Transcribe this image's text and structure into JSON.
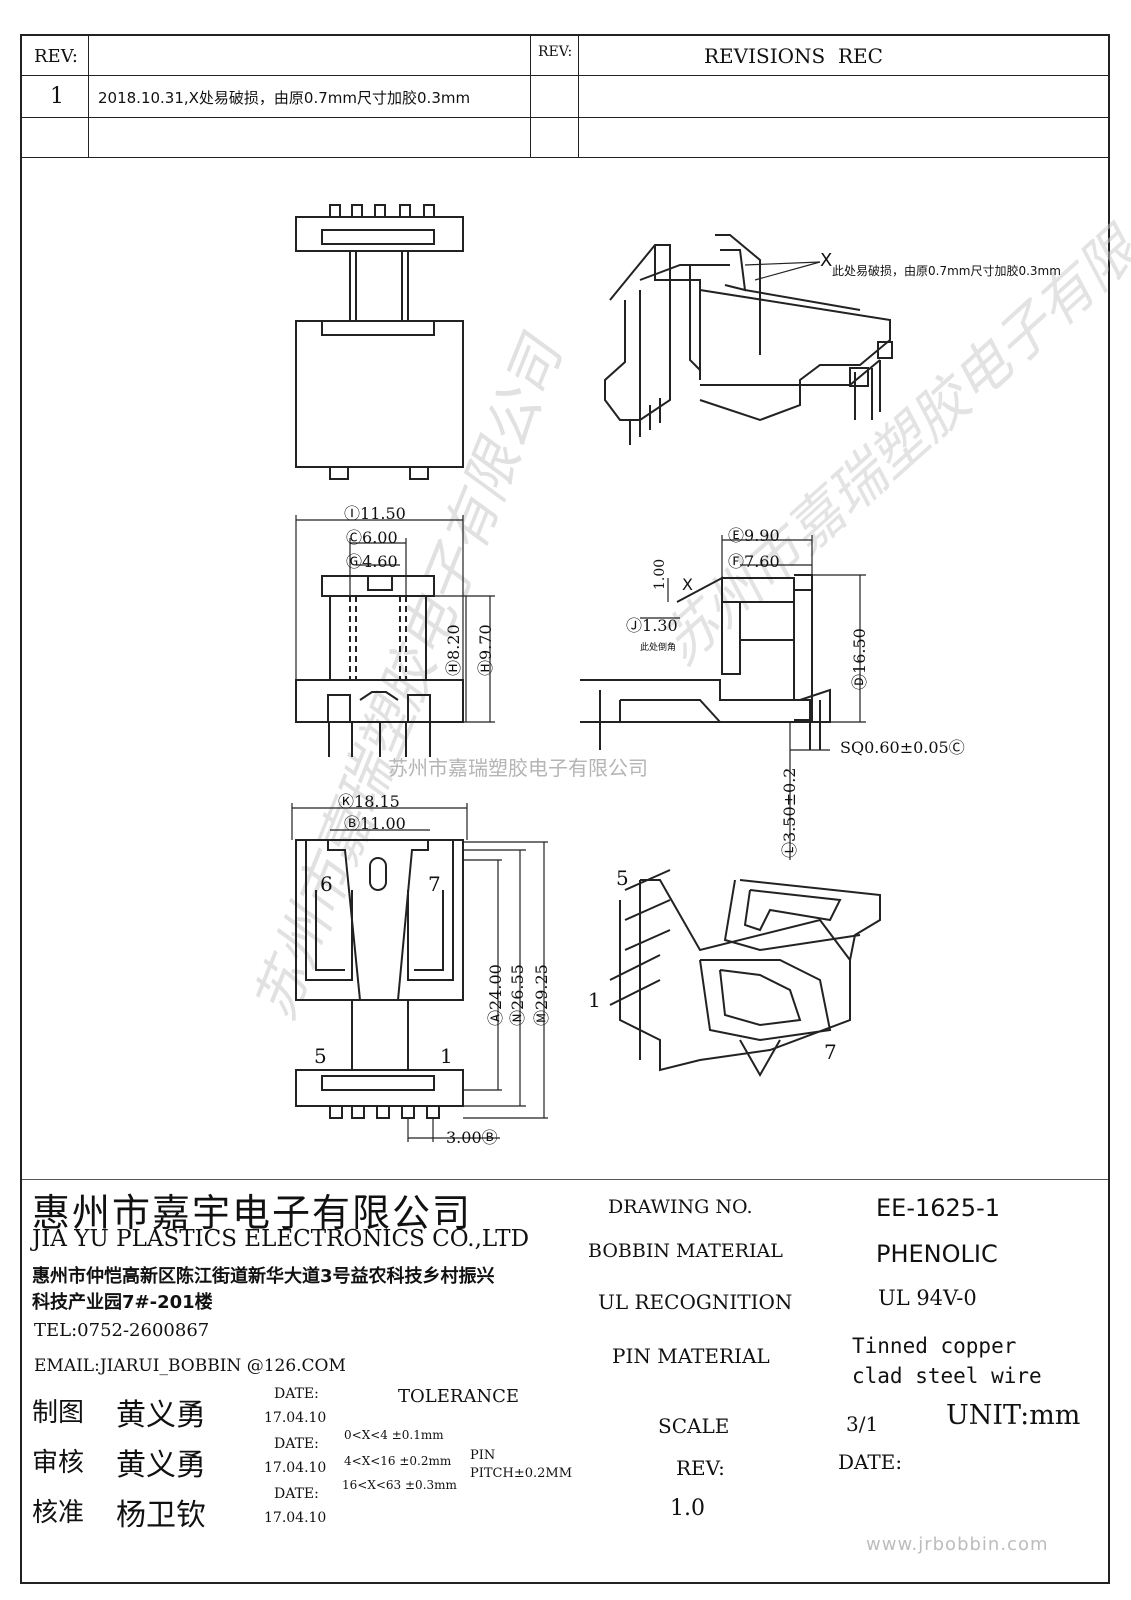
{
  "revision_block": {
    "rev_header": "REV:",
    "rev_header_2": "REV:",
    "revisions_header": "REVISIONS",
    "rec_header": "REC",
    "rows": [
      {
        "rev": "1",
        "description": "2018.10.31,X处易破损，由原0.7mm尺寸加胶0.3mm"
      }
    ]
  },
  "drawing": {
    "callout_x": "X",
    "callout_note": "此处易破损，由原0.7mm尺寸加胶0.3mm",
    "dims_front": {
      "I": "11.50",
      "C": "6.00",
      "G": "4.60",
      "H2": "8.20",
      "H1": "9.70"
    },
    "dims_side": {
      "E": "9.90",
      "F": "7.60",
      "top": "1.00",
      "x": "X",
      "J": "1.30",
      "J_note": "此处倒角",
      "D": "16.50",
      "sq": "SQ0.60±0.05",
      "sq_mark": "C",
      "L": "3.50±0.2"
    },
    "dims_bottom": {
      "K": "18.15",
      "B": "11.00",
      "A": "24.00",
      "N": "26.55",
      "M": "29.25",
      "B2": "3.00"
    },
    "pin_labels": {
      "p6": "6",
      "p7": "7",
      "p5": "5",
      "p1": "1"
    },
    "iso_labels": {
      "p5": "5",
      "p1": "1",
      "p7": "7"
    },
    "watermark_center": "苏州市嘉瑞塑胶电子有限公司"
  },
  "title_block": {
    "company_cn": "惠州市嘉宇电子有限公司",
    "company_en": "JIA YU PLASTICS ELECTRONICS CO.,LTD",
    "address_line1": "惠州市仲恺高新区陈江街道新华大道3号益农科技乡村振兴",
    "address_line2": "科技产业园7#-201楼",
    "tel": "TEL:0752-2600867",
    "email": "EMAIL:JIARUI_BOBBIN @126.COM",
    "drawing_no_label": "DRAWING   NO.",
    "drawing_no": "EE-1625-1",
    "bobbin_material_label": "BOBBIN  MATERIAL",
    "bobbin_material": "PHENOLIC",
    "ul_label": "UL RECOGNITION",
    "ul_value": "UL 94V-0",
    "pin_material_label": "PIN MATERIAL",
    "pin_material_1": "Tinned copper",
    "pin_material_2": "clad steel wire",
    "drawn_label": "制图",
    "drawn_by": "黄义勇",
    "checked_label": "审核",
    "checked_by": "黄义勇",
    "approved_label": "核准",
    "approved_by": "杨卫钦",
    "date_label": "DATE:",
    "date_1": "17.04.10",
    "date_2": "17.04.10",
    "date_3": "17.04.10",
    "tolerance_label": "TOLERANCE",
    "tol_1": "0<X<4  ±0.1mm",
    "tol_2": "4<X<16 ±0.2mm",
    "tol_3": "16<X<63 ±0.3mm",
    "pin_label": "PIN",
    "pin_pitch": "PITCH±0.2MM",
    "scale_label": "SCALE",
    "scale_value": "3/1",
    "rev_label": "REV:",
    "rev_value": "1.0",
    "unit_label": "UNIT:mm",
    "date_label_2": "DATE:",
    "website": "www.jrbobbin.com"
  }
}
